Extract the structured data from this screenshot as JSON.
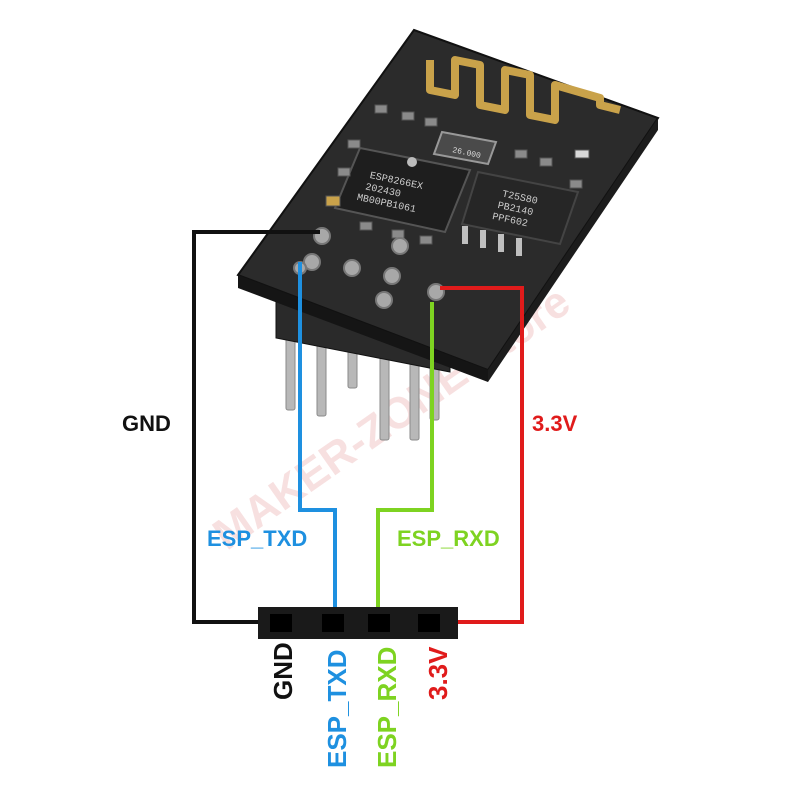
{
  "watermark": "MAKER-ZONE Store",
  "module": {
    "chip_lines": [
      "ESP8266EX",
      "202430",
      "MB00PB1061"
    ],
    "flash_lines": [
      "T25S80",
      "PB2140",
      "PPF602"
    ],
    "crystal_text": "26.000"
  },
  "wires": {
    "gnd": {
      "label": "GND",
      "color": "#111111"
    },
    "txd": {
      "label": "ESP_TXD",
      "color": "#1e90e0"
    },
    "rxd": {
      "label": "ESP_RXD",
      "color": "#7ed321"
    },
    "vcc": {
      "label": "3.3V",
      "color": "#e01b1b"
    }
  },
  "header_pins": [
    {
      "label": "GND",
      "color": "#111111"
    },
    {
      "label": "ESP_TXD",
      "color": "#1e90e0"
    },
    {
      "label": "ESP_RXD",
      "color": "#7ed321"
    },
    {
      "label": "3.3V",
      "color": "#e01b1b"
    }
  ]
}
